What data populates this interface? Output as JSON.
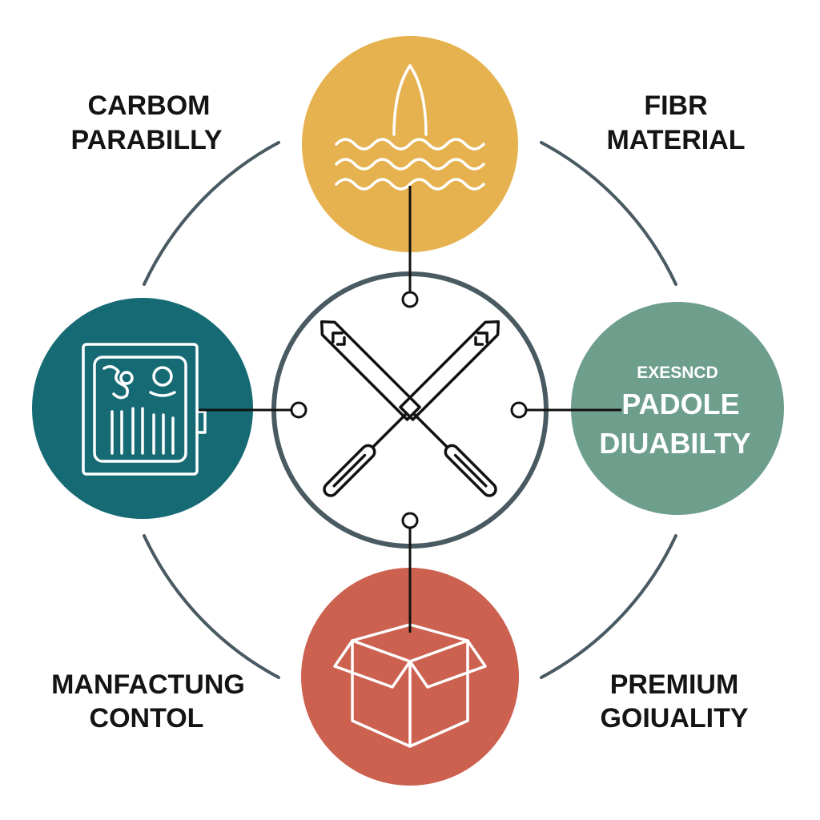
{
  "labels": {
    "top_left": [
      "CARBOM",
      "PARABILLY"
    ],
    "top_right": [
      "FIBR",
      "MATERIAL"
    ],
    "bottom_left": [
      "MANFACTUNG",
      "CONTOL"
    ],
    "bottom_right": [
      "PREMIUM",
      "GOIUALITY"
    ]
  },
  "right_circle": {
    "small": "EXESNCD",
    "line1": "PADOLE",
    "line2": "DIUABILTY"
  },
  "colors": {
    "top_circle": "#e6b24f",
    "left_circle": "#156a74",
    "right_circle": "#6e9f8c",
    "bottom_circle": "#cc6150",
    "center_ring": "#4a5a62",
    "outer_ring": "#4a5a62"
  },
  "icons": {
    "top": "paddle-in-water-icon",
    "left": "control-panel-icon",
    "center": "crossed-paddles-icon",
    "bottom": "open-box-icon"
  }
}
